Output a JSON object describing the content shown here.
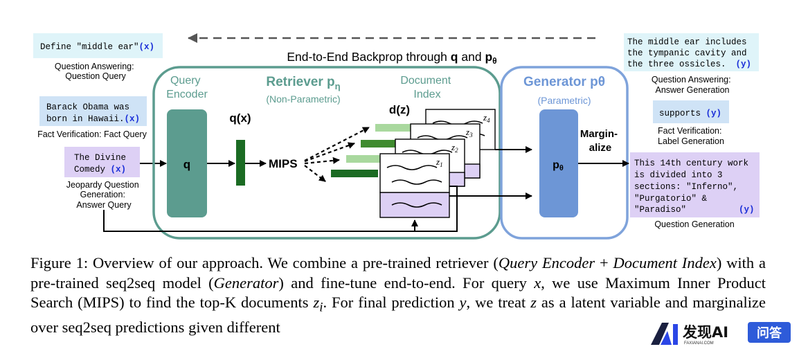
{
  "figure": {
    "backprop_label": "End-to-End Backprop through",
    "backprop_q": "q",
    "backprop_and": "and",
    "backprop_p": "p",
    "backprop_theta": "θ",
    "inputs": [
      {
        "code": "Define \"middle ear\"",
        "tag": "(x)",
        "label_lines": [
          "Question Answering:",
          "Question Query"
        ]
      },
      {
        "code_lines": [
          "Barack Obama was",
          "born in Hawaii."
        ],
        "tag": "(x)",
        "label_lines": [
          "Fact Verification: Fact Query"
        ]
      },
      {
        "code_lines": [
          "The Divine",
          "Comedy"
        ],
        "tag": "(x)",
        "label_lines": [
          "Jeopardy Question",
          "Generation:",
          "Answer Query"
        ]
      }
    ],
    "retriever": {
      "title": "Retriever p",
      "title_sub": "η",
      "subtitle": "(Non-Parametric)",
      "query_encoder_lines": [
        "Query",
        "Encoder"
      ],
      "q_box": "q",
      "qx_label": "q(x)",
      "mips_label": "MIPS",
      "doc_index_lines": [
        "Document",
        "Index"
      ],
      "dz_label": "d(z)",
      "doc_labels": [
        "z",
        "z",
        "z",
        "z"
      ],
      "doc_subs": [
        "4",
        "3",
        "2",
        "1"
      ]
    },
    "generator": {
      "title": "Generator p",
      "title_sub": "θ",
      "subtitle": "(Parametric)",
      "p_box": "p",
      "p_sub": "θ",
      "marginalize_lines": [
        "Margin-",
        "alize"
      ]
    },
    "outputs": [
      {
        "code_lines": [
          "The middle ear includes",
          "the tympanic cavity and",
          "the three ossicles."
        ],
        "tag": "(y)",
        "label_lines": [
          "Question Answering:",
          "Answer Generation"
        ]
      },
      {
        "code_lines": [
          "supports"
        ],
        "tag": "(y)",
        "label_lines": [
          "Fact Verification:",
          "Label Generation"
        ]
      },
      {
        "code_lines": [
          "This 14th century work",
          "is divided into 3",
          "sections: \"Inferno\",",
          "\"Purgatorio\" &",
          "\"Paradiso\""
        ],
        "tag": "(y)",
        "label_lines": [
          "Question Generation"
        ]
      }
    ],
    "colors": {
      "retriever_border": "#5c9c8f",
      "generator_border": "#7fa3db",
      "query_encoder_fill": "#5c9c8f",
      "generator_fill": "#6d96d6",
      "query_input_fill": "#dff4f9",
      "fact_input_fill": "#cfe3f6",
      "jeopardy_input_fill": "#ddd0f5",
      "dark_green": "#1b6b23",
      "doc_purple": "#ddd0f5",
      "tag_blue": "#1a2ed8"
    }
  },
  "caption": {
    "figure_label": "Figure 1:",
    "t1": "Overview of our approach. We combine a pre-trained retriever (",
    "i1": "Query Encoder",
    "t2": " + ",
    "i2": "Document Index",
    "t3": ") with a pre-trained seq2seq model (",
    "i3": "Generator",
    "t4": ") and fine-tune end-to-end. For query ",
    "m1": "x",
    "t5": ", we use Maximum Inner Product Search (MIPS) to find the top-K documents ",
    "m2": "z",
    "m2_sub": "i",
    "t6": ". For final prediction ",
    "m3": "y",
    "t7": ", we treat ",
    "m4": "z",
    "t8": " as a latent variable and marginalize over seq2seq predictions given different"
  },
  "watermark": {
    "logo_text": "AI",
    "brand": "发现AI",
    "brand_sub": "FAXIANAI.COM",
    "badge": "问答"
  }
}
